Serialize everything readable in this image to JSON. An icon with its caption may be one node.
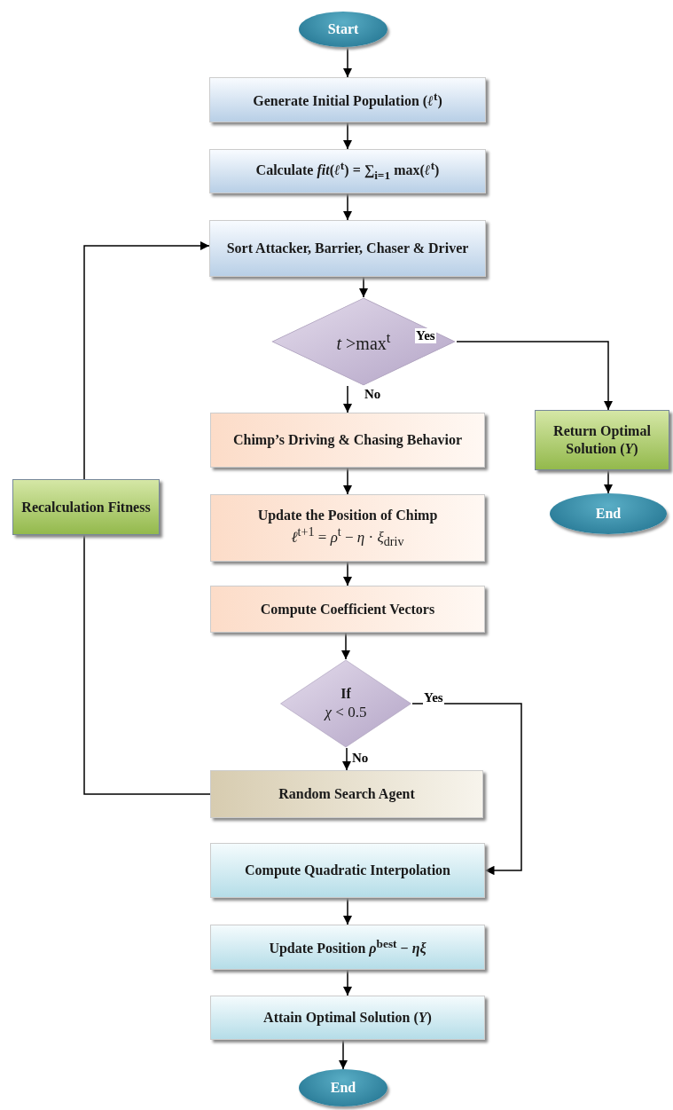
{
  "diagram": {
    "nodes": [
      {
        "text": [
          "Start"
        ]
      },
      {
        "text": [
          "Generate Initial Population (*ℓ*$^{t}$)"
        ]
      },
      {
        "text": [
          "Calculate *fit*(*ℓ*$^{t}$) = ∑$_{i=1}$ max(*ℓ*$^{t}$)"
        ]
      },
      {
        "text": [
          "Sort Attacker, Barrier, Chaser & Driver"
        ]
      },
      {
        "text": [
          "*t* >max$^{t}$"
        ]
      },
      {
        "text": [
          "Chimp’s Driving & Chasing Behavior"
        ]
      },
      {
        "text": [
          "Update the Position of Chimp",
          "*ℓ*$^{t+1}$ = *ρ*$^{t}$ − *η* · *ξ*$_{driv}$"
        ]
      },
      {
        "text": [
          "Compute Coefficient Vectors"
        ]
      },
      {
        "text": [
          "If",
          "*χ* < 0.5"
        ]
      },
      {
        "text": [
          "Random Search Agent"
        ]
      },
      {
        "text": [
          "Compute Quadratic Interpolation"
        ]
      },
      {
        "text": [
          "Update Position *ρ*$^{best}$ − *ηξ*"
        ]
      },
      {
        "text": [
          "Attain Optimal Solution (*Y*)"
        ]
      },
      {
        "text": [
          "End"
        ]
      },
      {
        "text": [
          "Return Optimal Solution (*Y*)"
        ]
      },
      {
        "text": [
          "End"
        ]
      },
      {
        "text": [
          "Recalculation Fitness"
        ]
      }
    ],
    "edges": [
      {
        "from": 0,
        "to": 1,
        "arrow": "to"
      },
      {
        "from": 1,
        "to": 2,
        "arrow": "to"
      },
      {
        "from": 2,
        "to": 3,
        "arrow": "to"
      },
      {
        "from": 3,
        "to": 4,
        "arrow": "to"
      },
      {
        "from": 4,
        "to": 14,
        "label": "Yes",
        "arrow": "to"
      },
      {
        "from": 4,
        "to": 5,
        "label": "No",
        "arrow": "to"
      },
      {
        "from": 5,
        "to": 6,
        "arrow": "to"
      },
      {
        "from": 6,
        "to": 7,
        "arrow": "to"
      },
      {
        "from": 7,
        "to": 8,
        "arrow": "to"
      },
      {
        "from": 8,
        "to": 10,
        "label": "Yes",
        "arrow": "to"
      },
      {
        "from": 8,
        "to": 9,
        "label": "No",
        "arrow": "to"
      },
      {
        "from": 9,
        "to": 16,
        "arrow": "none"
      },
      {
        "from": 16,
        "to": 3,
        "arrow": "to"
      },
      {
        "from": 10,
        "to": 11,
        "arrow": "to"
      },
      {
        "from": 11,
        "to": 12,
        "arrow": "to"
      },
      {
        "from": 12,
        "to": 13,
        "arrow": "to"
      },
      {
        "from": 14,
        "to": 15,
        "arrow": "to"
      }
    ]
  }
}
